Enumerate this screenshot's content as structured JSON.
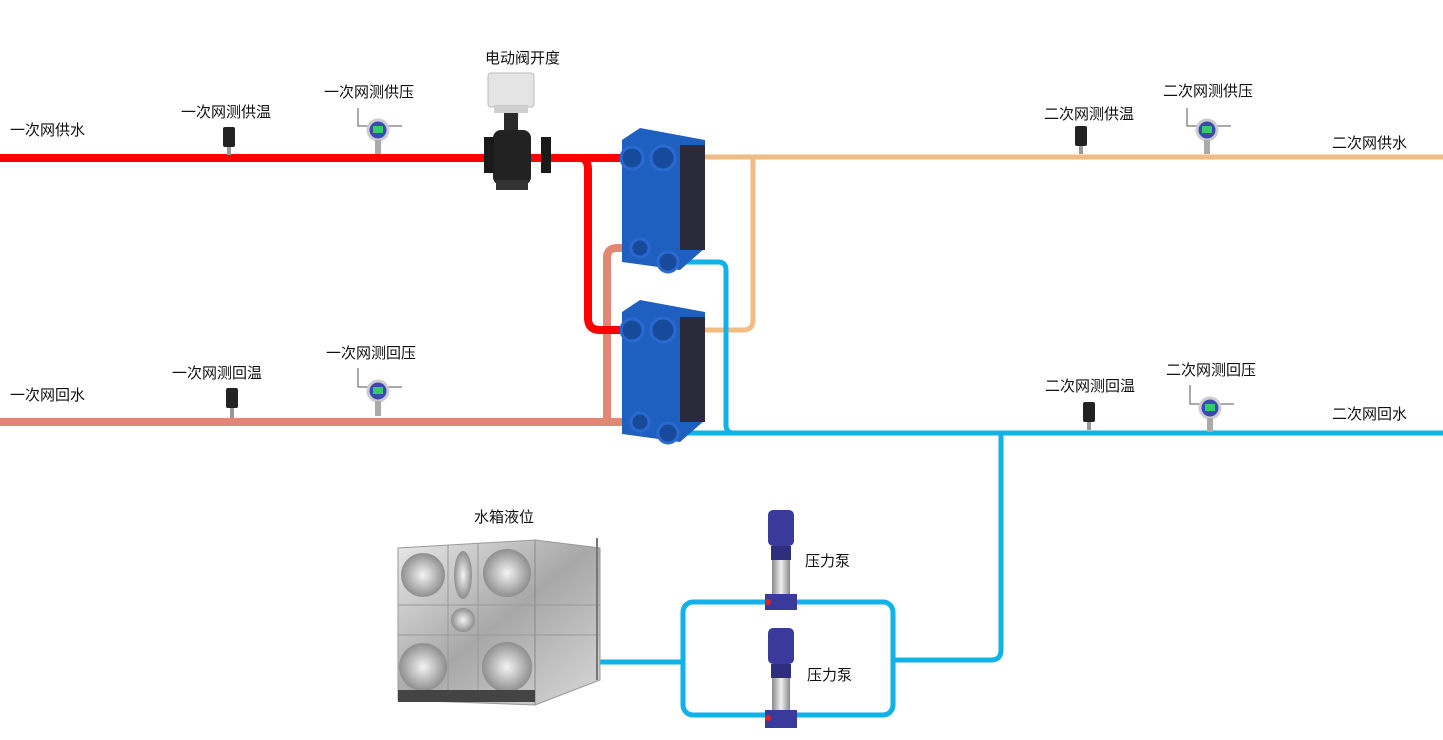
{
  "labels": {
    "primary_supply": "一次网供水",
    "primary_return": "一次网回水",
    "primary_supply_temp": "一次网测供温",
    "primary_supply_pressure": "一次网测供压",
    "primary_return_temp": "一次网测回温",
    "primary_return_pressure": "一次网测回压",
    "valve_opening": "电动阀开度",
    "secondary_supply": "二次网供水",
    "secondary_return": "二次网回水",
    "secondary_supply_temp": "二次网测供温",
    "secondary_supply_pressure": "二次网测供压",
    "secondary_return_temp": "二次网测回温",
    "secondary_return_pressure": "二次网测回压",
    "tank_level": "水箱液位",
    "pump_1": "压力泵",
    "pump_2": "压力泵"
  },
  "colors": {
    "primary_supply": "#FF0000",
    "primary_return": "#E08872",
    "secondary_supply": "#F0BC82",
    "secondary_return": "#10B2E8",
    "exchanger": "#1F5FC0",
    "pump": "#3A3A9A"
  }
}
